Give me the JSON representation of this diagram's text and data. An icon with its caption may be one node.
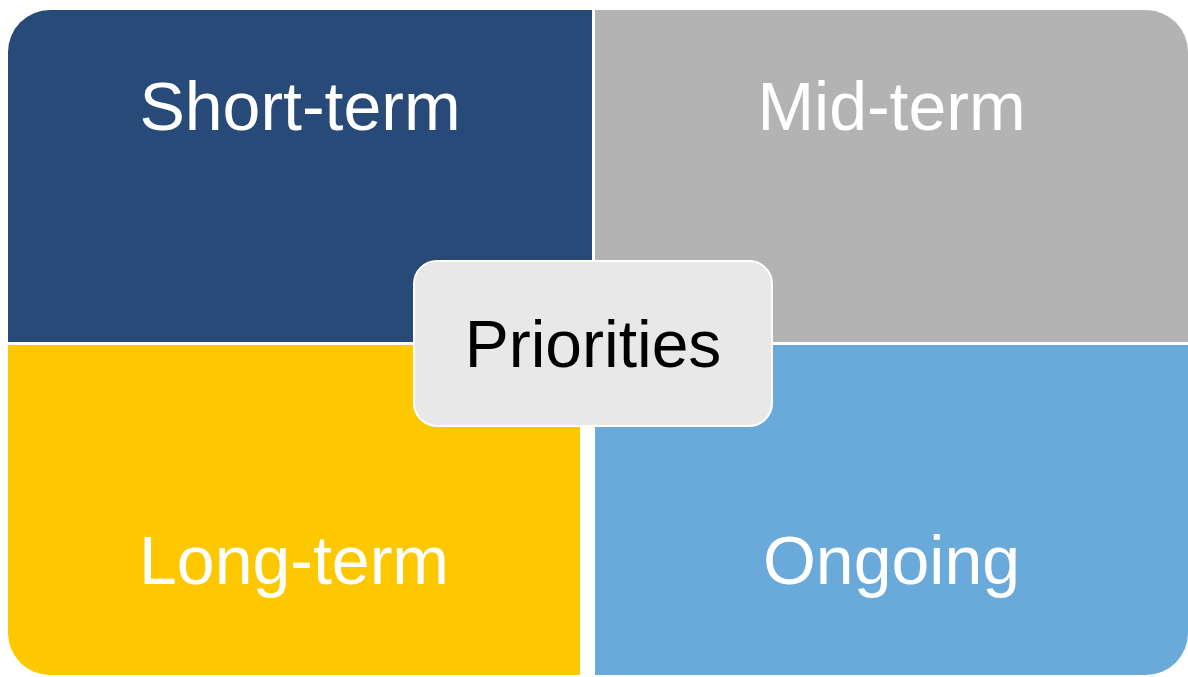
{
  "diagram": {
    "nodes": [
      {
        "text": [
          "Short-term"
        ]
      },
      {
        "text": [
          "Mid-term"
        ]
      },
      {
        "text": [
          "Priorities"
        ]
      },
      {
        "text": [
          "Long-term"
        ]
      },
      {
        "text": [
          "Ongoing"
        ]
      }
    ]
  }
}
